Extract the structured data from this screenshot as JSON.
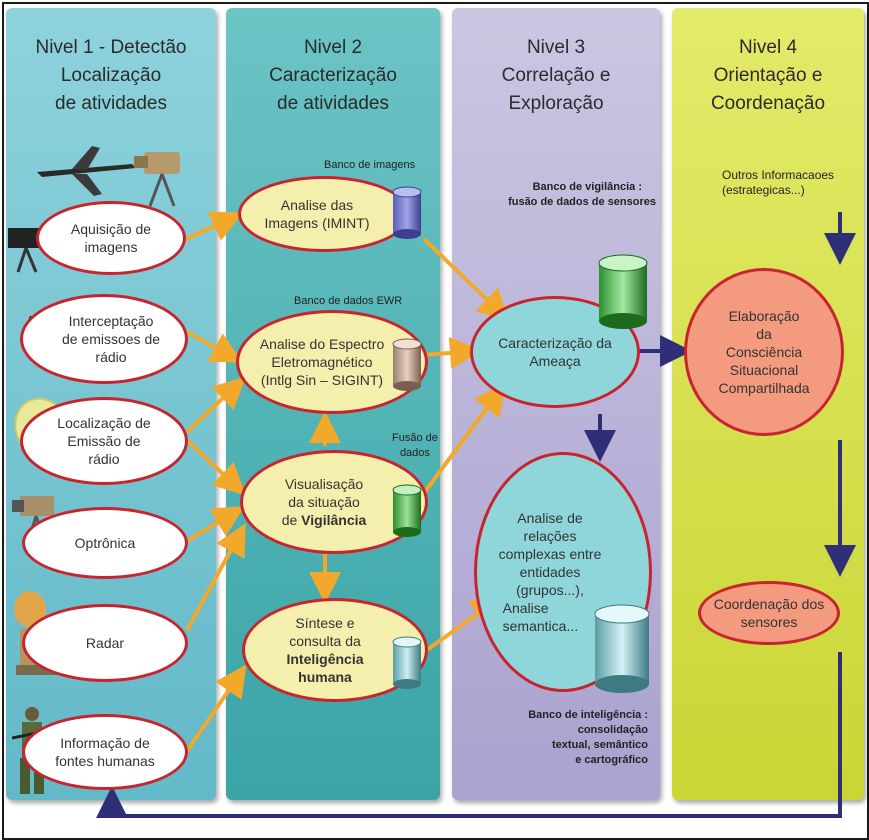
{
  "columns": [
    {
      "title_lines": [
        "Nivel 1 - Detectão",
        "Localização",
        "de atividades"
      ],
      "color": "#6fc2cf"
    },
    {
      "title_lines": [
        "Nivel 2",
        "Caracterização",
        "de atividades"
      ],
      "color": "#4fb5b3"
    },
    {
      "title_lines": [
        "Nivel 3",
        "Correlação e",
        "Exploração"
      ],
      "color": "#bdb7d9"
    },
    {
      "title_lines": [
        "Nivel 4",
        "Orientação e",
        "Coordenação"
      ],
      "color": "#d8e24a"
    }
  ],
  "level1": {
    "aquisicao": [
      "Aquisição de",
      "imagens"
    ],
    "interceptacao": [
      "Interceptação",
      "de emissoes de",
      "rádio"
    ],
    "localizacao": [
      "Localização de",
      "Emissão de",
      "rádio"
    ],
    "optronica": [
      "Optrônica"
    ],
    "radar": [
      "Radar"
    ],
    "informacao": [
      "Informação de",
      "fontes humanas"
    ]
  },
  "level2": {
    "imint": [
      "Analise das",
      "Imagens (IMINT)"
    ],
    "sigint": [
      "Analise do Espectro",
      "Eletromagnético",
      "(Intlg Sin – SIGINT)"
    ],
    "vigilancia_lines": [
      "Visualisação",
      "da situação"
    ],
    "vigilancia_prefix": "de ",
    "vigilancia_bold": "Vigilância",
    "humana_lines": [
      "Síntese e",
      "consulta da"
    ],
    "humana_bold": [
      "Inteligência",
      "humana"
    ],
    "banco_imagens": "Banco de imagens",
    "banco_ewr": "Banco de dados EWR",
    "fusao": [
      "Fusão de",
      "dados"
    ]
  },
  "level3": {
    "ameaca": [
      "Caracterização da",
      "Ameaça"
    ],
    "relacoes": [
      "Analise de",
      "relações",
      "complexas entre",
      "entidades",
      "(grupos...),",
      "Analise",
      "semantica..."
    ],
    "banco_vigilancia": [
      "Banco de vigilância :",
      "fusão de dados de sensores"
    ],
    "banco_inteligencia": [
      "Banco de inteligência :",
      "consolidação",
      "textual, semântico",
      "e cartográfico"
    ]
  },
  "level4": {
    "outros": [
      "Outros Informacaoes",
      "(estrategicas...)"
    ],
    "elaboracao": [
      "Elaboração",
      "da",
      "Consciência",
      "Situacional",
      "Compartilhada"
    ],
    "coordenacao": [
      "Coordenação dos",
      "sensores"
    ]
  },
  "colors": {
    "arrow_orange": "#f2a92b",
    "arrow_navy": "#2f2f78",
    "ellipse_border": "#c8242e"
  }
}
